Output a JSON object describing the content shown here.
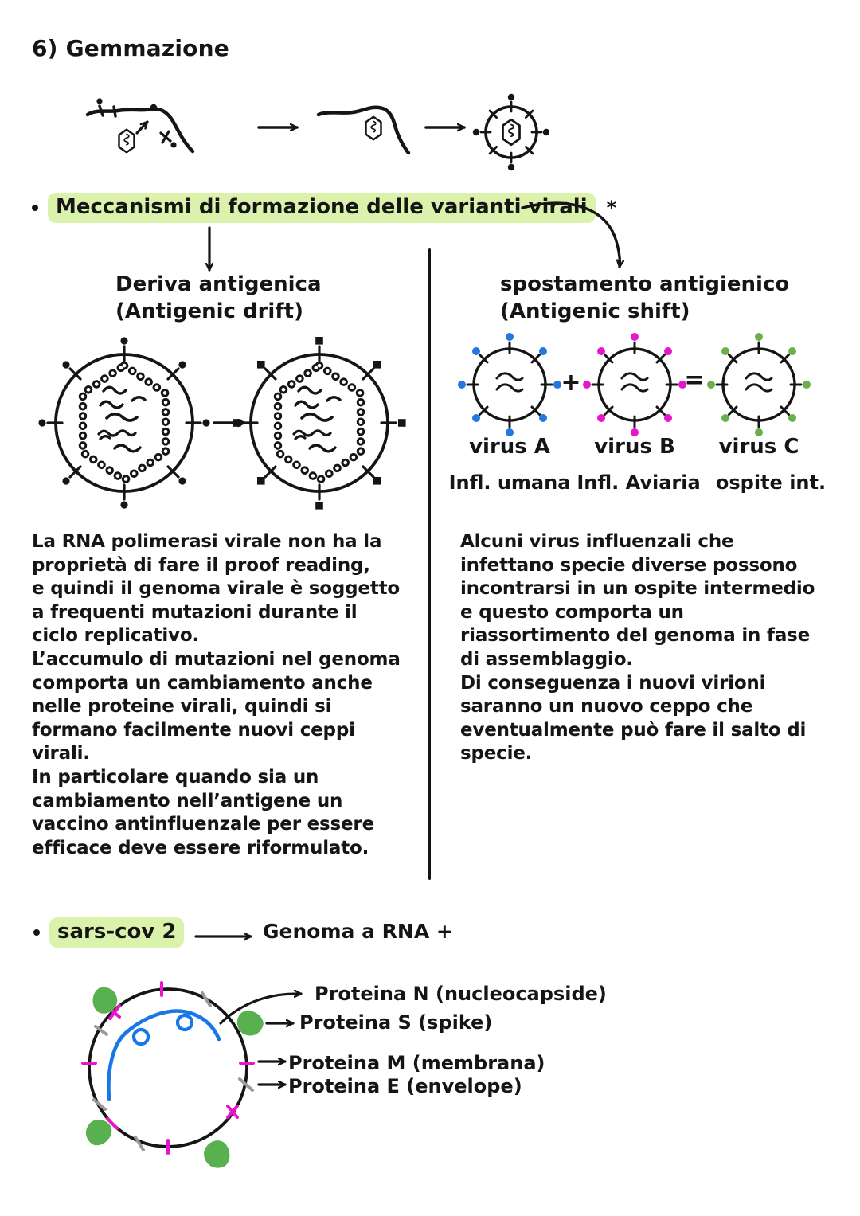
{
  "section_title": "6) Gemmazione",
  "mechanisms": {
    "label": "Meccanismi di formazione delle varianti virali",
    "asterisk": "*",
    "drift": {
      "title": "Deriva antigenica",
      "subtitle": "(Antigenic drift)",
      "paragraph": "La RNA polimerasi virale non ha la\nproprietà di fare il proof reading,\ne quindi il genoma virale è soggetto\na frequenti mutazioni durante il\nciclo replicativo.\nL’accumulo di mutazioni nel genoma\ncomporta un cambiamento anche\nnelle proteine virali, quindi si\nformano facilmente nuovi ceppi\nvirali.\nIn particolare quando sia un\ncambiamento nell’antigene un\nvaccino antinfluenzale per essere\nefficace deve essere riformulato."
    },
    "shift": {
      "title": "spostamento antigienico",
      "subtitle": "(Antigenic shift)",
      "plus": "+",
      "equals": "=",
      "viruses": [
        {
          "name": "virus A",
          "host": "Infl. umana",
          "color": "#2277e0"
        },
        {
          "name": "virus B",
          "host": "Infl. Aviaria",
          "color": "#e716ca"
        },
        {
          "name": "virus C",
          "host": "ospite int.",
          "color": "#69af4b"
        }
      ],
      "paragraph": "Alcuni virus influenzali che\ninfettano specie diverse possono\nincontrarsi in un ospite intermedio\ne questo comporta un\nriassortimento del genoma in fase\ndi assemblaggio.\nDi conseguenza i nuovi virioni\nsaranno un nuovo ceppo che\neventualmente può fare il salto di\nspecie."
    }
  },
  "sars": {
    "label": "sars-cov 2",
    "genome": "Genoma a RNA +",
    "proteins": [
      {
        "label": "Proteina N (nucleocapside)"
      },
      {
        "label": "Proteina S (spike)"
      },
      {
        "label": "Proteina M (membrana)"
      },
      {
        "label": "Proteina E (envelope)"
      }
    ]
  },
  "colors": {
    "ink": "#151515",
    "highlight": "#daf2ab",
    "virus_a_blue": "#2277e0",
    "virus_b_magenta": "#e716ca",
    "virus_c_green": "#69af4b",
    "spike_green": "#58b04e",
    "rna_blue": "#1777e6",
    "tick_gray": "#9a9a9a"
  }
}
